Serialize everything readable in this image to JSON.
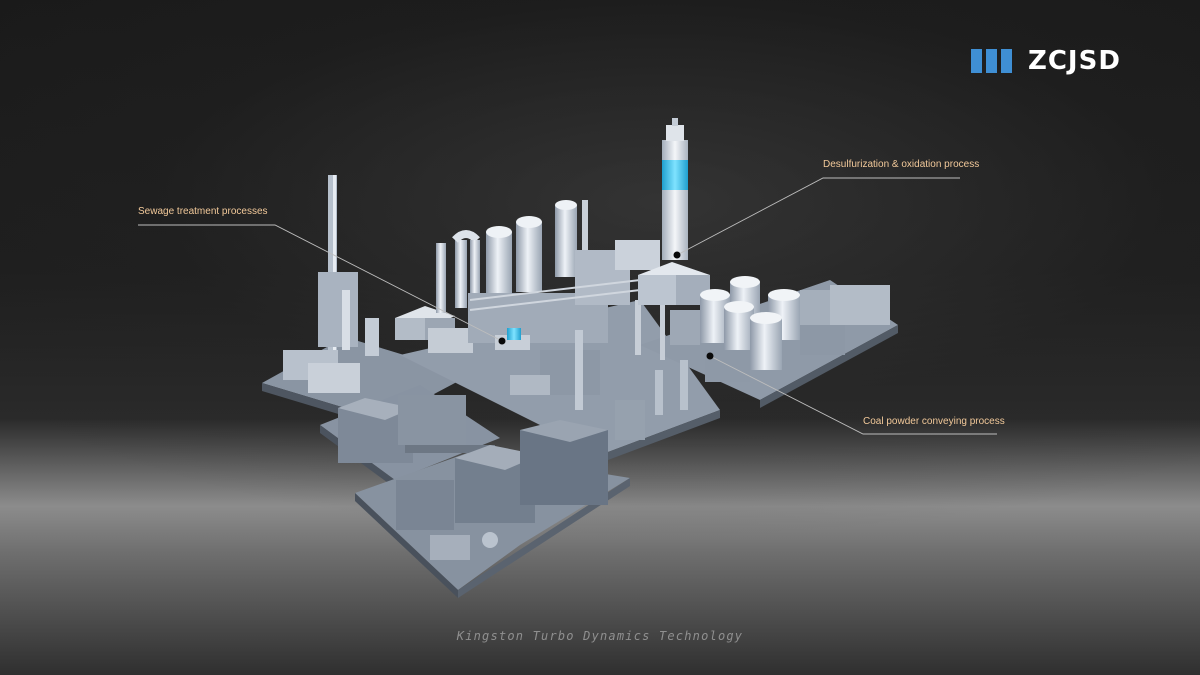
{
  "brand": {
    "name": "ZCJSD",
    "accent_color": "#3f8fd4"
  },
  "callouts": {
    "sewage": "Sewage treatment processes",
    "desulfurization": "Desulfurization & oxidation process",
    "coal": "Coal powder conveying process"
  },
  "footer": {
    "text": "Kingston Turbo Dynamics Technology"
  },
  "colors": {
    "label_text": "#f2c99a",
    "leader_line": "#bdbdbd",
    "highlight_cyan": "#3ec9ef"
  }
}
